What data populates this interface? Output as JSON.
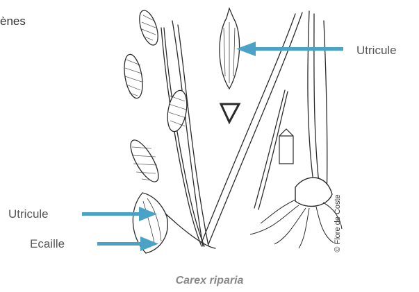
{
  "labels": {
    "top_left_fragment": "ènes",
    "right_callout": "Utricule",
    "left_callout_1": "Utricule",
    "left_callout_2": "Ecaille"
  },
  "caption": "Carex riparia",
  "credit": "© Flore de Coste",
  "colors": {
    "arrow": "#4aa3c6",
    "label": "#555555",
    "drawing": "#2a2a2a",
    "caption": "#888888"
  }
}
